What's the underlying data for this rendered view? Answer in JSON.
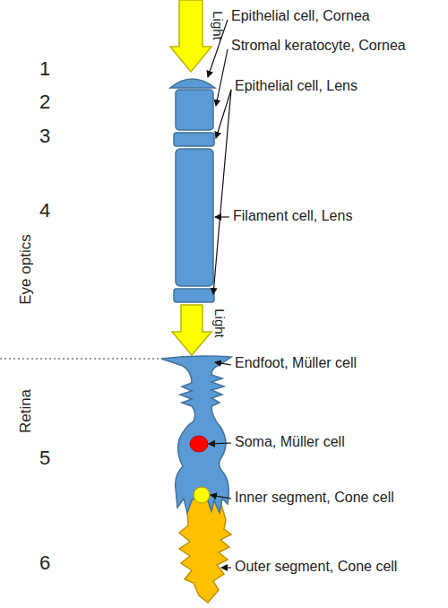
{
  "diagram": {
    "labels": [
      "Light",
      "Epithelial cell, Cornea",
      "1",
      "Stromal keratocyte, Cornea",
      "2",
      "Epithelial cell, Lens",
      "3",
      "Filament cell, Lens",
      "4",
      "Eye optics",
      "Light",
      "Endfoot, Müller cell",
      "Retina",
      "Soma, Müller cell",
      "5",
      "Inner segment, Cone cell",
      "6",
      "Outer segment, Cone cell"
    ]
  }
}
